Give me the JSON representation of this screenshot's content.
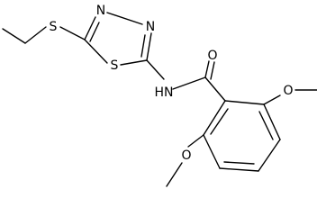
{
  "molecule": {
    "atoms": {
      "sulfur_thioether": "S",
      "sulfur_ring": "S",
      "nitrogen_ring_3": "N",
      "nitrogen_ring_4": "N",
      "amide_nitrogen": "HN",
      "carbonyl_oxygen": "O",
      "methoxy_oxygen_upper": "O",
      "methoxy_oxygen_lower": "O"
    }
  }
}
